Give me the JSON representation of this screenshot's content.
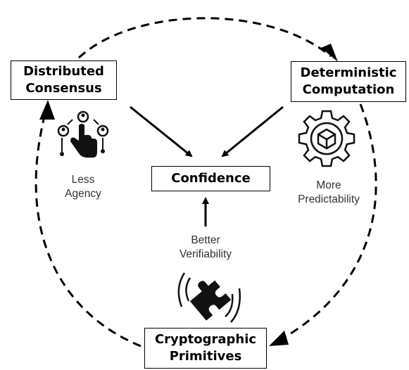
{
  "nodes": {
    "distributed_consensus": [
      "Distributed",
      "Consensus"
    ],
    "deterministic_computation": [
      "Deterministic",
      "Computation"
    ],
    "confidence": "Confidence",
    "cryptographic_primitives": [
      "Cryptographic",
      "Primitives"
    ]
  },
  "annotations": {
    "less_agency": [
      "Less",
      "Agency"
    ],
    "more_predictability": [
      "More",
      "Predictability"
    ],
    "better_verifiability": [
      "Better",
      "Verifiability"
    ]
  },
  "icons": {
    "consensus": "hand-touch-network-icon",
    "computation": "gear-cube-icon",
    "primitives": "puzzle-pieces-icon"
  },
  "colors": {
    "line": "#000000",
    "text": "#333333",
    "box_border": "#000000"
  }
}
